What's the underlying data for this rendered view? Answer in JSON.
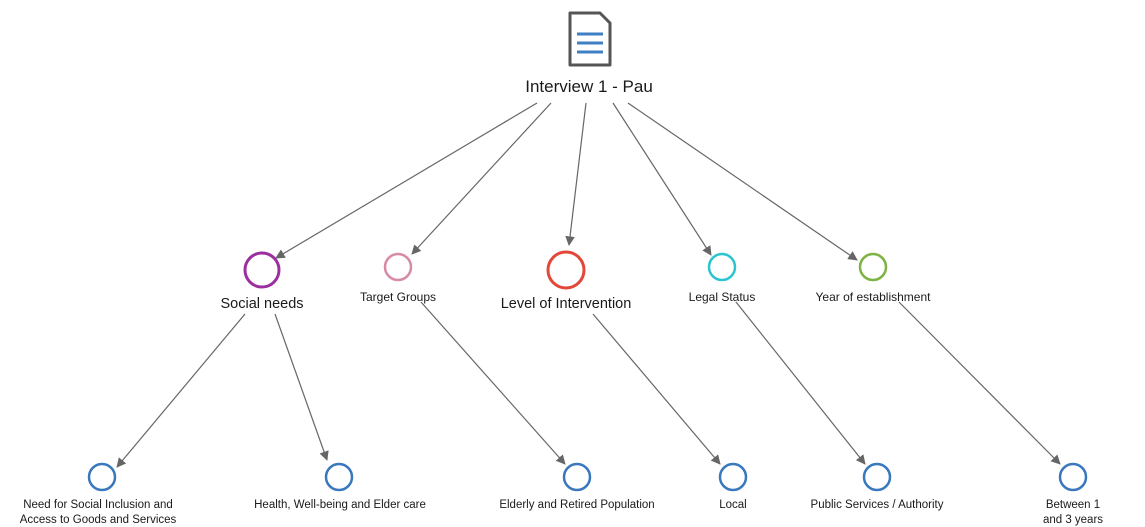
{
  "root": {
    "label": "Interview 1 - Pau",
    "icon": "document-icon"
  },
  "categories": [
    {
      "label": "Social needs",
      "color": "#9b2fa0"
    },
    {
      "label": "Target Groups",
      "color": "#d98aa8"
    },
    {
      "label": "Level of Intervention",
      "color": "#e2473a"
    },
    {
      "label": "Legal Status",
      "color": "#2cc4cf"
    },
    {
      "label": "Year of establishment",
      "color": "#7cb342"
    }
  ],
  "leaves": [
    {
      "label": "Need for Social Inclusion and\nAccess to Goods and Services",
      "color": "#3a78bd"
    },
    {
      "label": "Health, Well-being and Elder care",
      "color": "#3a78bd"
    },
    {
      "label": "Elderly and Retired Population",
      "color": "#3a78bd"
    },
    {
      "label": "Local",
      "color": "#3a78bd"
    },
    {
      "label": "Public Services / Authority",
      "color": "#3a78bd"
    },
    {
      "label": "Between 1 and 3 years",
      "color": "#3a78bd"
    }
  ]
}
